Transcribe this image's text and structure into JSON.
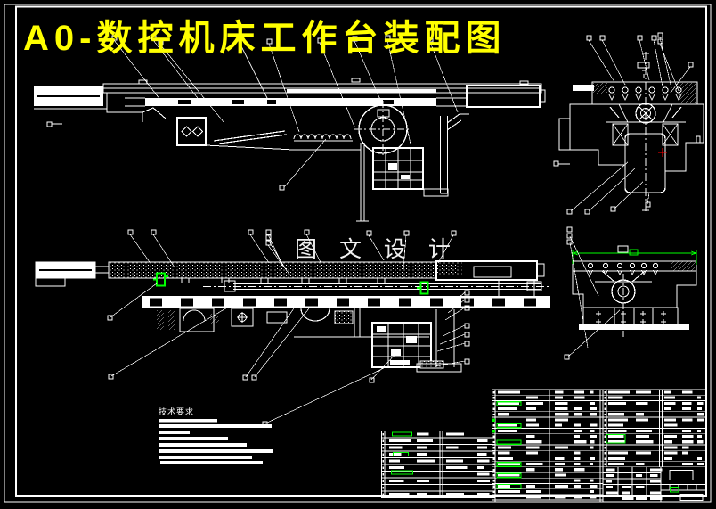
{
  "title": {
    "text": "A0-数控机床工作台装配图"
  },
  "watermark": {
    "text": "图 文 设 计"
  },
  "technical_requirements": {
    "heading": "技术要求"
  },
  "colors": {
    "background": "#000000",
    "line_work": "#ffffff",
    "title_text": "#ffff00",
    "highlight_green": "#00ff00",
    "cursor_cross_red": "#ff0000"
  }
}
